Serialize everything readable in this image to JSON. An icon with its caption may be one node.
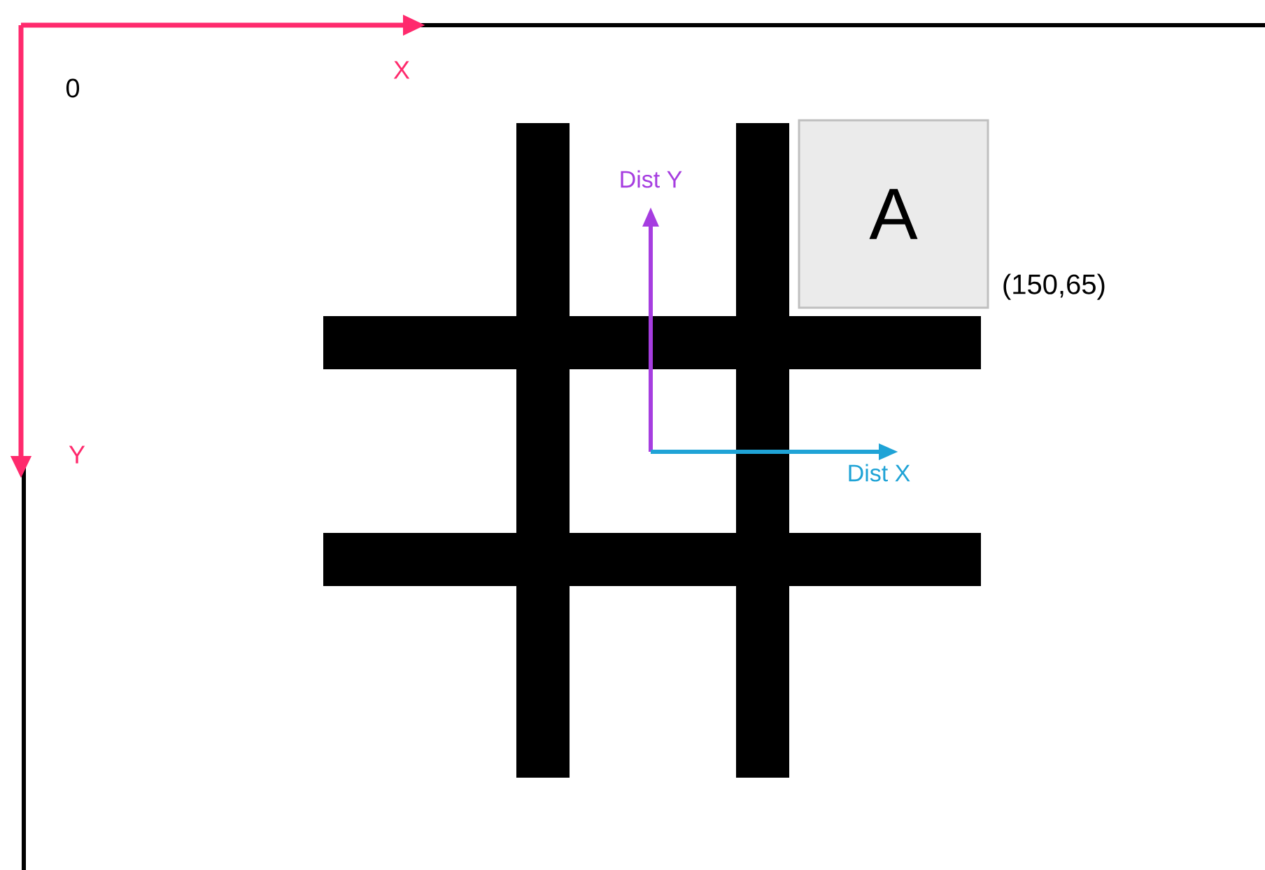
{
  "diagram": {
    "nodes": [
      {
        "text": [
          "A"
        ],
        "beside": [
          "(150,65)"
        ]
      }
    ],
    "edges": [],
    "labels": [
      "X",
      "0",
      "Dist Y",
      "Y",
      "Dist X"
    ]
  }
}
